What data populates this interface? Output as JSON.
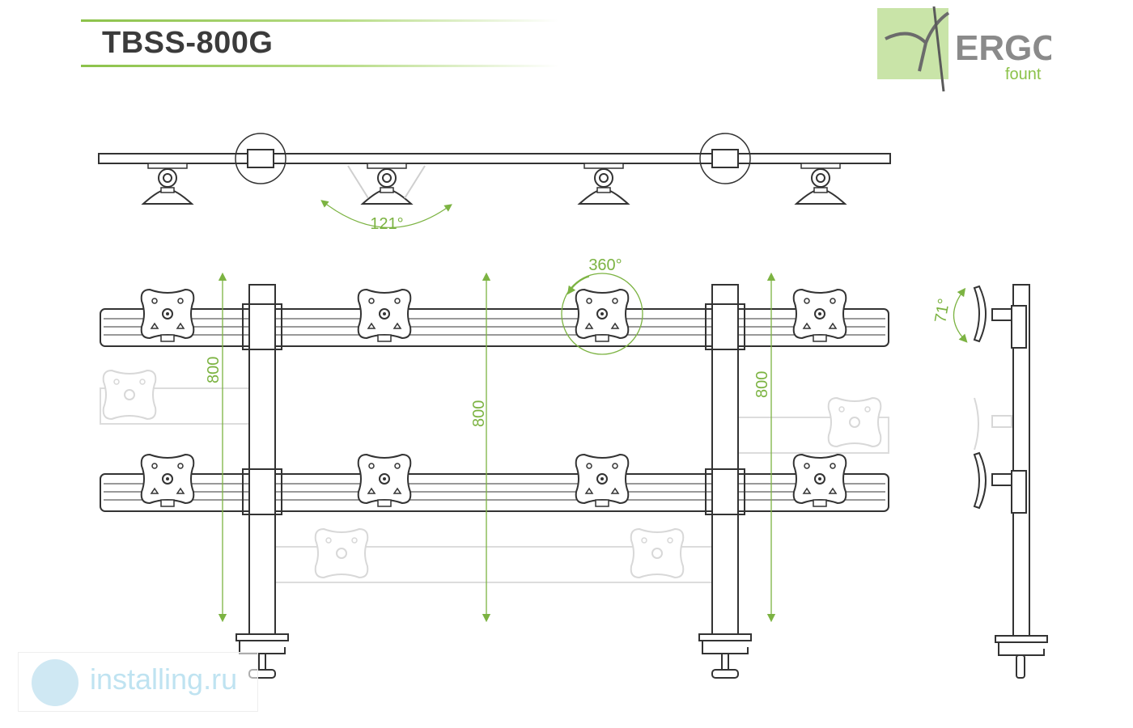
{
  "header": {
    "model": "TBSS-800G"
  },
  "logo": {
    "brand": "ERGO",
    "sub": "fount",
    "brand_color": "#8a8a8a",
    "sub_color": "#8cc24a",
    "badge_color": "#c9e4a8"
  },
  "dimensions": {
    "tilt_angle": "121°",
    "rotation": "360°",
    "side_tilt": "71°",
    "height_left": "800",
    "height_center": "800",
    "height_right": "800"
  },
  "watermark": {
    "text": "installing.ru"
  },
  "colors": {
    "line": "#333333",
    "accent": "#7cb342",
    "ghost": "#d8d8d8"
  }
}
